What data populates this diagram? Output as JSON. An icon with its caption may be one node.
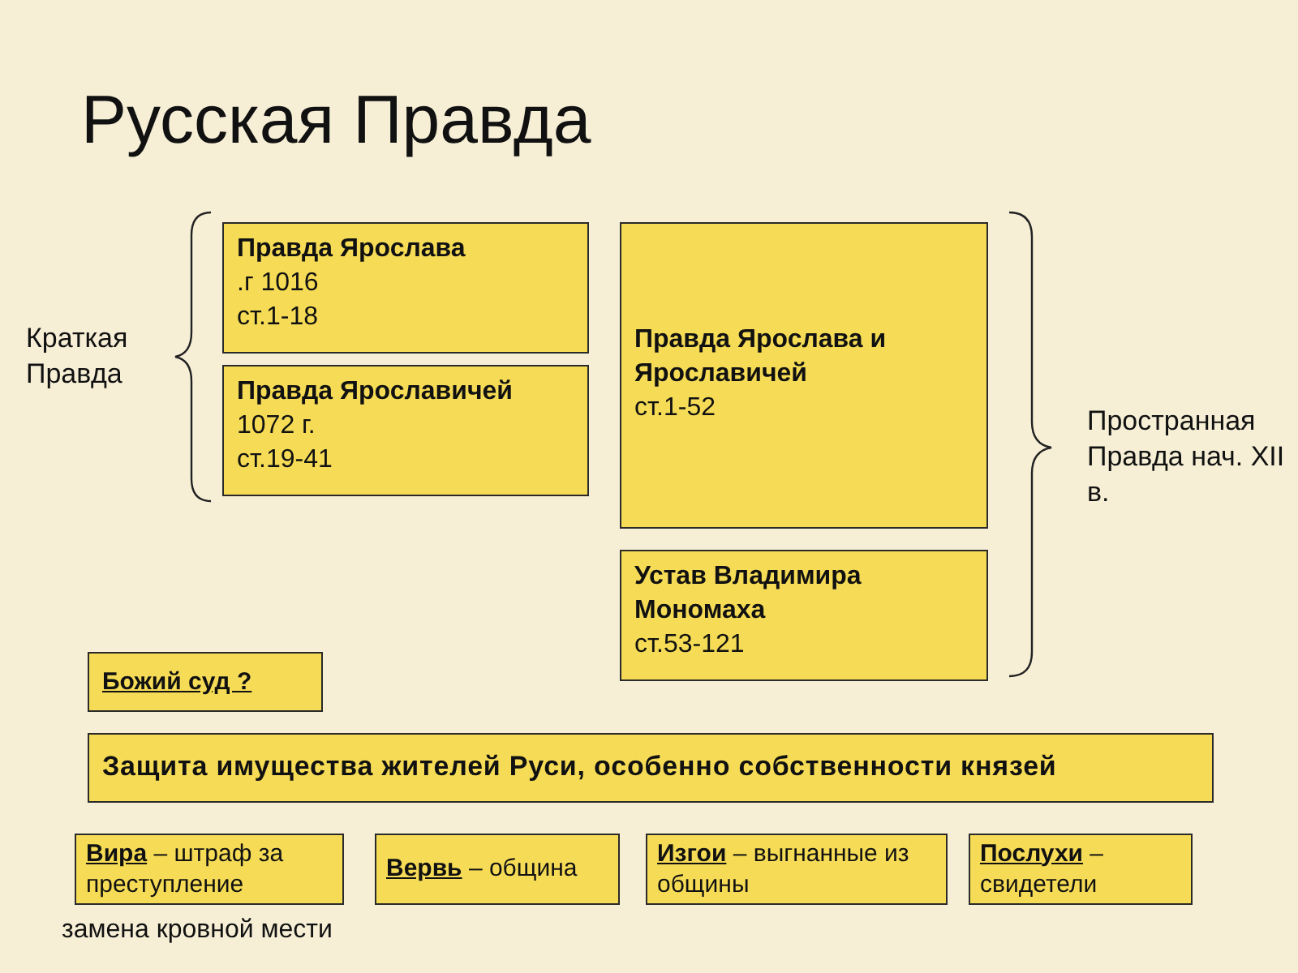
{
  "diagram": {
    "title": "Русская Правда",
    "nodes": [
      {
        "text": [
          "Правда Ярослава",
          ".г 1016",
          "ст.1-18"
        ]
      },
      {
        "text": [
          "Правда Ярославичей",
          "1072 г.",
          "ст.19-41"
        ]
      },
      {
        "text": [
          "Правда Ярослава и Ярославичей",
          "ст.1-52"
        ]
      },
      {
        "text": [
          "Устав Владимира Мономаха",
          "ст.53-121"
        ]
      },
      {
        "text": [
          "Божий суд ?"
        ]
      },
      {
        "text": [
          "Защита имущества жителей Руси, особенно собственности князей"
        ]
      },
      {
        "text": [
          "**Вира** – штраф за преступление"
        ],
        "beside": [
          "замена кровной мести"
        ]
      },
      {
        "text": [
          "**Вервь** – община"
        ]
      },
      {
        "text": [
          "**Изгои** – выгнанные из общины"
        ]
      },
      {
        "text": [
          "**Послухи** – свидетели"
        ]
      }
    ],
    "labels": [
      "Краткая Правда",
      "Пространная Правда нач. XII в."
    ]
  }
}
